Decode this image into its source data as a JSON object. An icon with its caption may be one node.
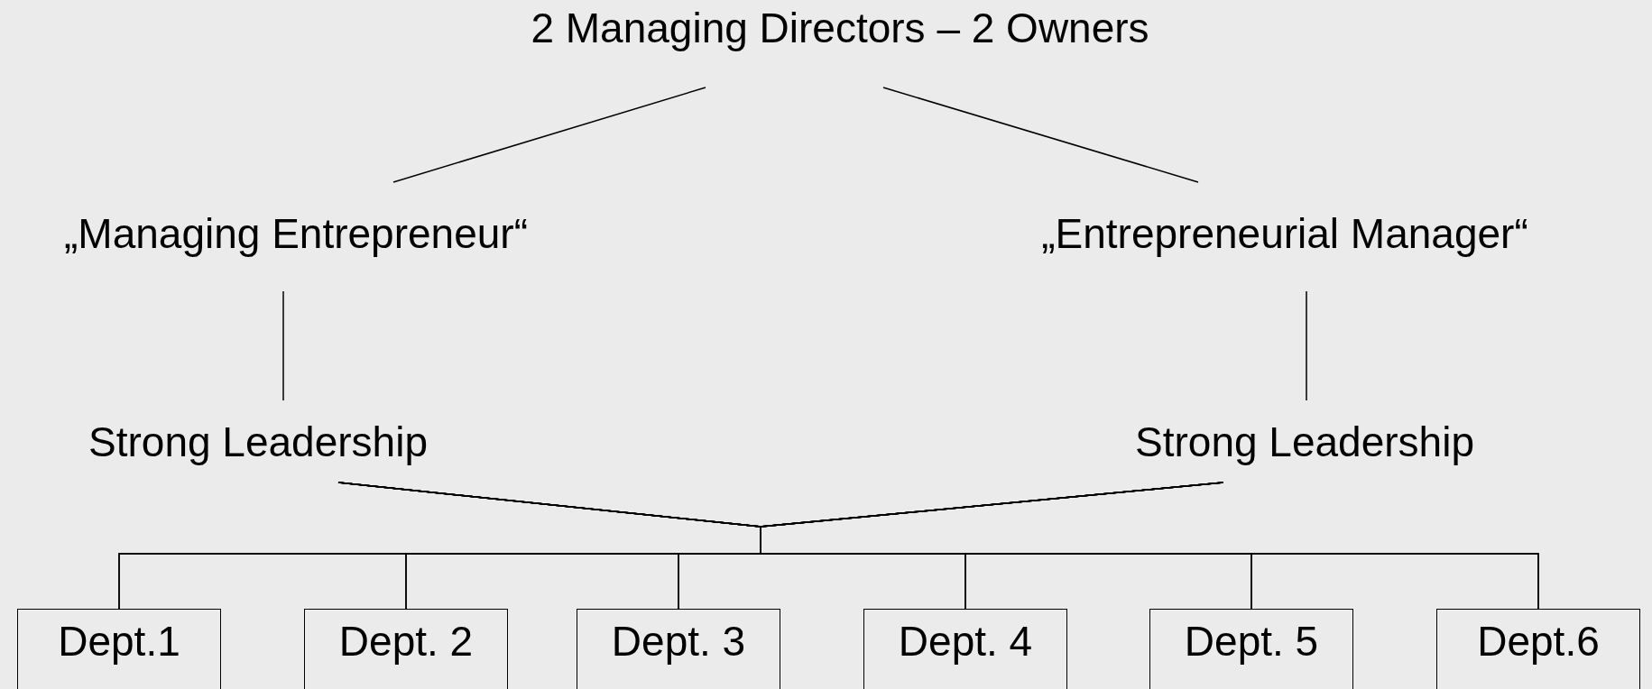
{
  "diagram": {
    "nodes": [
      {
        "text": [
          "2 Managing Directors – 2 Owners"
        ]
      },
      {
        "text": [
          "„Managing Entrepreneur“"
        ]
      },
      {
        "text": [
          "„Entrepreneurial Manager“"
        ]
      },
      {
        "text": [
          "Strong Leadership"
        ]
      },
      {
        "text": [
          "Strong Leadership"
        ]
      },
      {
        "text": [
          "Dept.1"
        ]
      },
      {
        "text": [
          "Dept. 2"
        ]
      },
      {
        "text": [
          "Dept. 3"
        ]
      },
      {
        "text": [
          "Dept. 4"
        ]
      },
      {
        "text": [
          "Dept. 5"
        ]
      },
      {
        "text": [
          "Dept.6"
        ]
      }
    ],
    "edges": [
      {
        "from": 0,
        "to": 1,
        "arrow": "none"
      },
      {
        "from": 0,
        "to": 2,
        "arrow": "none"
      },
      {
        "from": 1,
        "to": 3,
        "arrow": "none"
      },
      {
        "from": 2,
        "to": 4,
        "arrow": "none"
      },
      {
        "from": 3,
        "to": 5,
        "arrow": "none"
      },
      {
        "from": 3,
        "to": 6,
        "arrow": "none"
      },
      {
        "from": 3,
        "to": 7,
        "arrow": "none"
      },
      {
        "from": 3,
        "to": 8,
        "arrow": "none"
      },
      {
        "from": 3,
        "to": 9,
        "arrow": "none"
      },
      {
        "from": 3,
        "to": 10,
        "arrow": "none"
      },
      {
        "from": 4,
        "to": 5,
        "arrow": "none"
      },
      {
        "from": 4,
        "to": 6,
        "arrow": "none"
      },
      {
        "from": 4,
        "to": 7,
        "arrow": "none"
      },
      {
        "from": 4,
        "to": 8,
        "arrow": "none"
      },
      {
        "from": 4,
        "to": 9,
        "arrow": "none"
      },
      {
        "from": 4,
        "to": 10,
        "arrow": "none"
      }
    ]
  }
}
